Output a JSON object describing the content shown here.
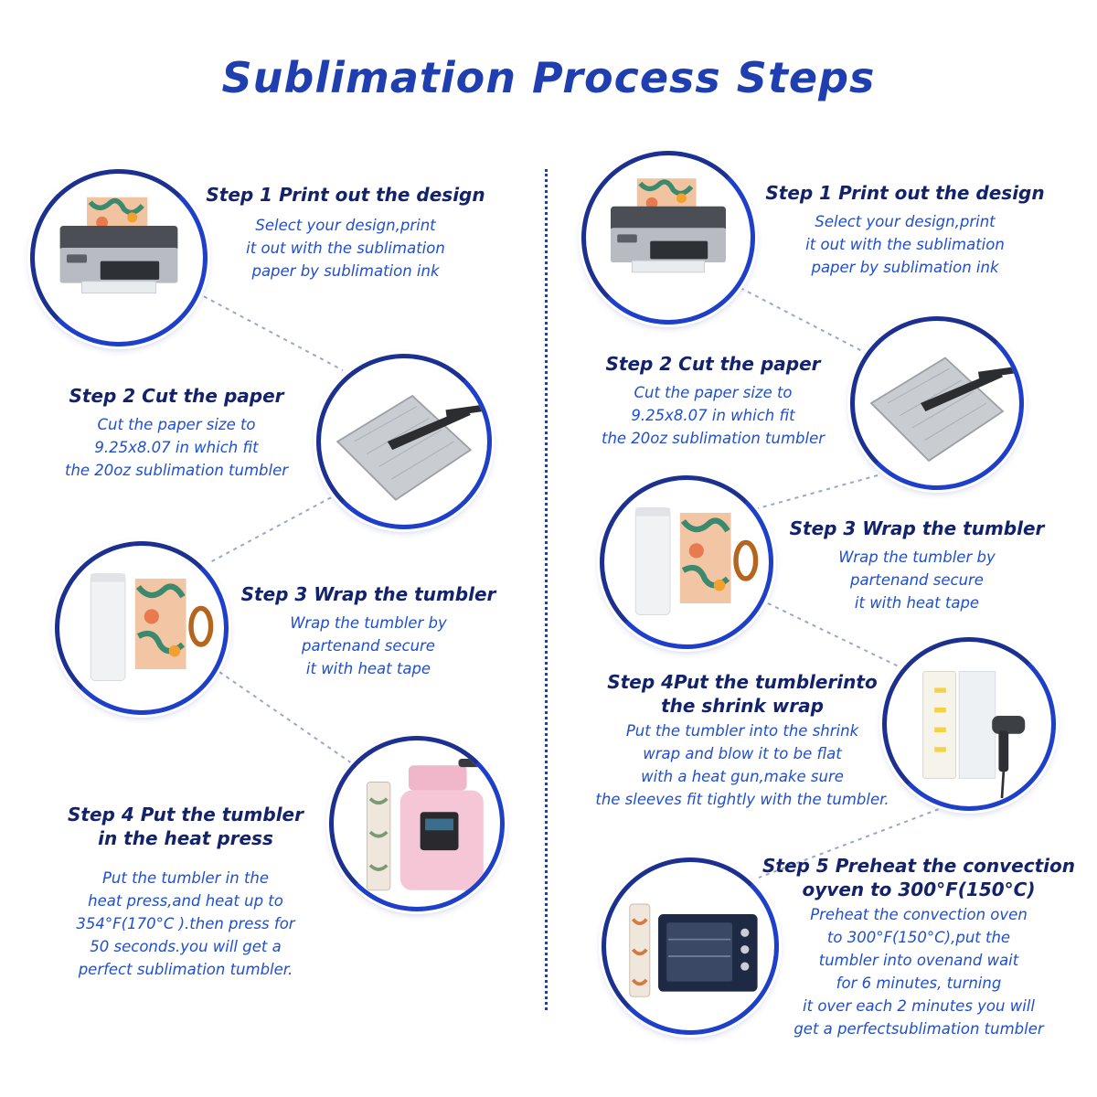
{
  "title": "Sublimation Process Steps",
  "colors": {
    "title": "#1f3fb0",
    "heading": "#13236b",
    "body": "#1f4fd0",
    "circle_border": "#1e3fc9"
  },
  "left_steps": [
    {
      "heading": [
        "Step 1 Print out the design"
      ],
      "body": [
        "Select your design,print",
        "it out with the sublimation",
        "paper by sublimation ink"
      ],
      "image": "printer-image"
    },
    {
      "heading": [
        "Step 2 Cut the paper"
      ],
      "body": [
        "Cut the paper size to",
        "9.25x8.07 in which fit",
        "the 20oz sublimation tumbler"
      ],
      "image": "paper-cutter-image"
    },
    {
      "heading": [
        "Step 3 Wrap the tumbler"
      ],
      "body": [
        "Wrap the tumbler by",
        "partenand  secure",
        "it with heat tape"
      ],
      "image": "tumbler-wrap-image"
    },
    {
      "heading": [
        "Step 4 Put the tumbler",
        "in the heat press"
      ],
      "body": [
        "Put the tumbler in the",
        "heat press,and heat up to",
        "354°F(170°C ).then press for",
        "50 seconds.you will get a",
        "perfect sublimation tumbler."
      ],
      "image": "heat-press-image"
    }
  ],
  "right_steps": [
    {
      "heading": [
        "Step 1 Print out the design"
      ],
      "body": [
        "Select your design,print",
        "it out with the sublimation",
        "paper by sublimation ink"
      ],
      "image": "printer-image"
    },
    {
      "heading": [
        "Step 2 Cut the paper"
      ],
      "body": [
        "Cut the paper size to",
        "9.25x8.07 in which fit",
        "the 20oz sublimation tumbler"
      ],
      "image": "paper-cutter-image"
    },
    {
      "heading": [
        "Step 3 Wrap the tumbler"
      ],
      "body": [
        "Wrap the tumbler by",
        "partenand  secure",
        "it with heat tape"
      ],
      "image": "tumbler-wrap-image"
    },
    {
      "heading": [
        "Step 4Put the tumblerinto",
        "the shrink wrap"
      ],
      "body": [
        "Put the tumbler into the shrink",
        "wrap and blow it to be flat",
        "with a heat gun,make sure",
        "the sleeves fit tightly with the tumbler."
      ],
      "image": "shrink-wrap-image"
    },
    {
      "heading": [
        "Step 5 Preheat the convection",
        "oyven to 300°F(150°C)"
      ],
      "body": [
        "Preheat the convection oven",
        "to 300°F(150°C),put the",
        "tumbler into ovenand wait",
        "for 6 minutes, turning",
        "it over each 2 minutes you will",
        "get a perfectsublimation tumbler"
      ],
      "image": "oven-image"
    }
  ]
}
